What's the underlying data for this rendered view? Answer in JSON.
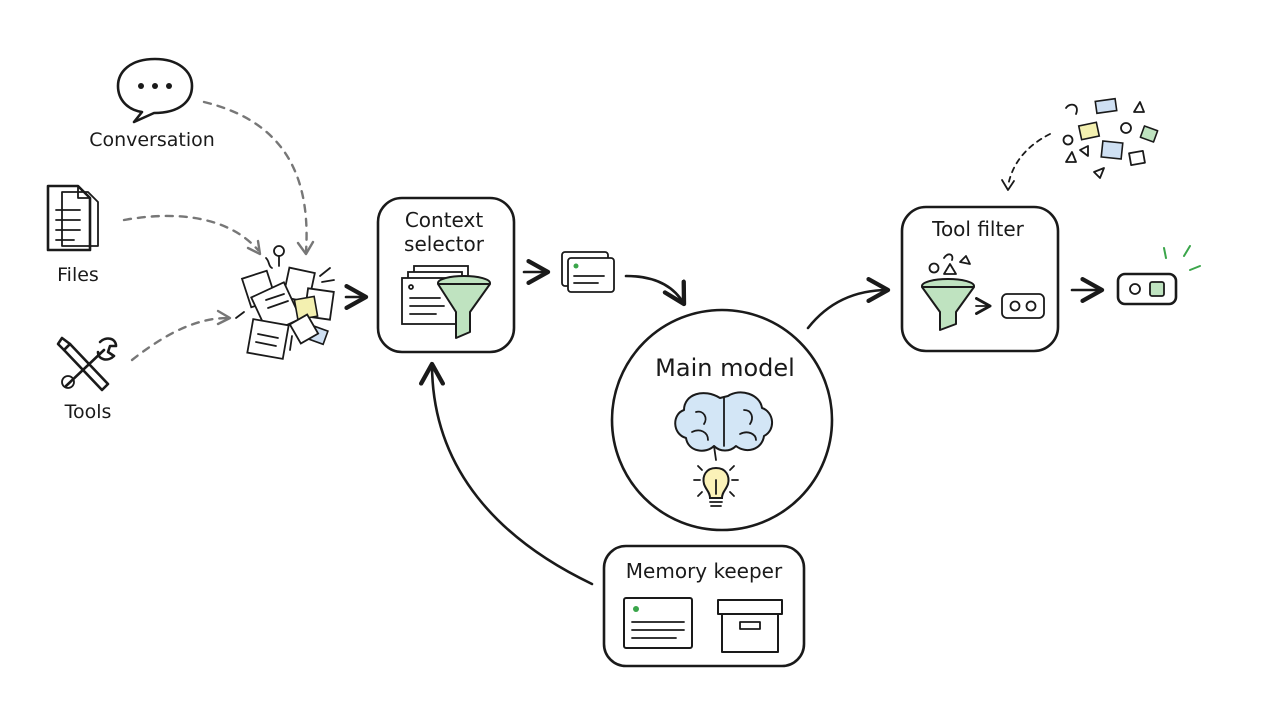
{
  "colors": {
    "ink": "#1a1a1a",
    "dashed_arrow": "#777777",
    "funnel_green": "#bfe3c0",
    "accent_blue": "#cfe0f3",
    "accent_yellow": "#f3f0b0",
    "glow_green": "#3aa54a"
  },
  "sources": {
    "conversation": {
      "label": "Conversation",
      "icon": "speech-bubble-icon"
    },
    "files": {
      "label": "Files",
      "icon": "documents-icon"
    },
    "tools": {
      "label": "Tools",
      "icon": "wrench-screwdriver-icon"
    }
  },
  "context_selector": {
    "title_line1": "Context",
    "title_line2": "selector",
    "icon": "funnel-icon"
  },
  "main_model": {
    "title": "Main model",
    "icon": "brain-icon"
  },
  "tool_filter": {
    "title": "Tool filter",
    "icon": "funnel-icon"
  },
  "memory_keeper": {
    "title": "Memory keeper",
    "icon": "storage-box-icon"
  }
}
